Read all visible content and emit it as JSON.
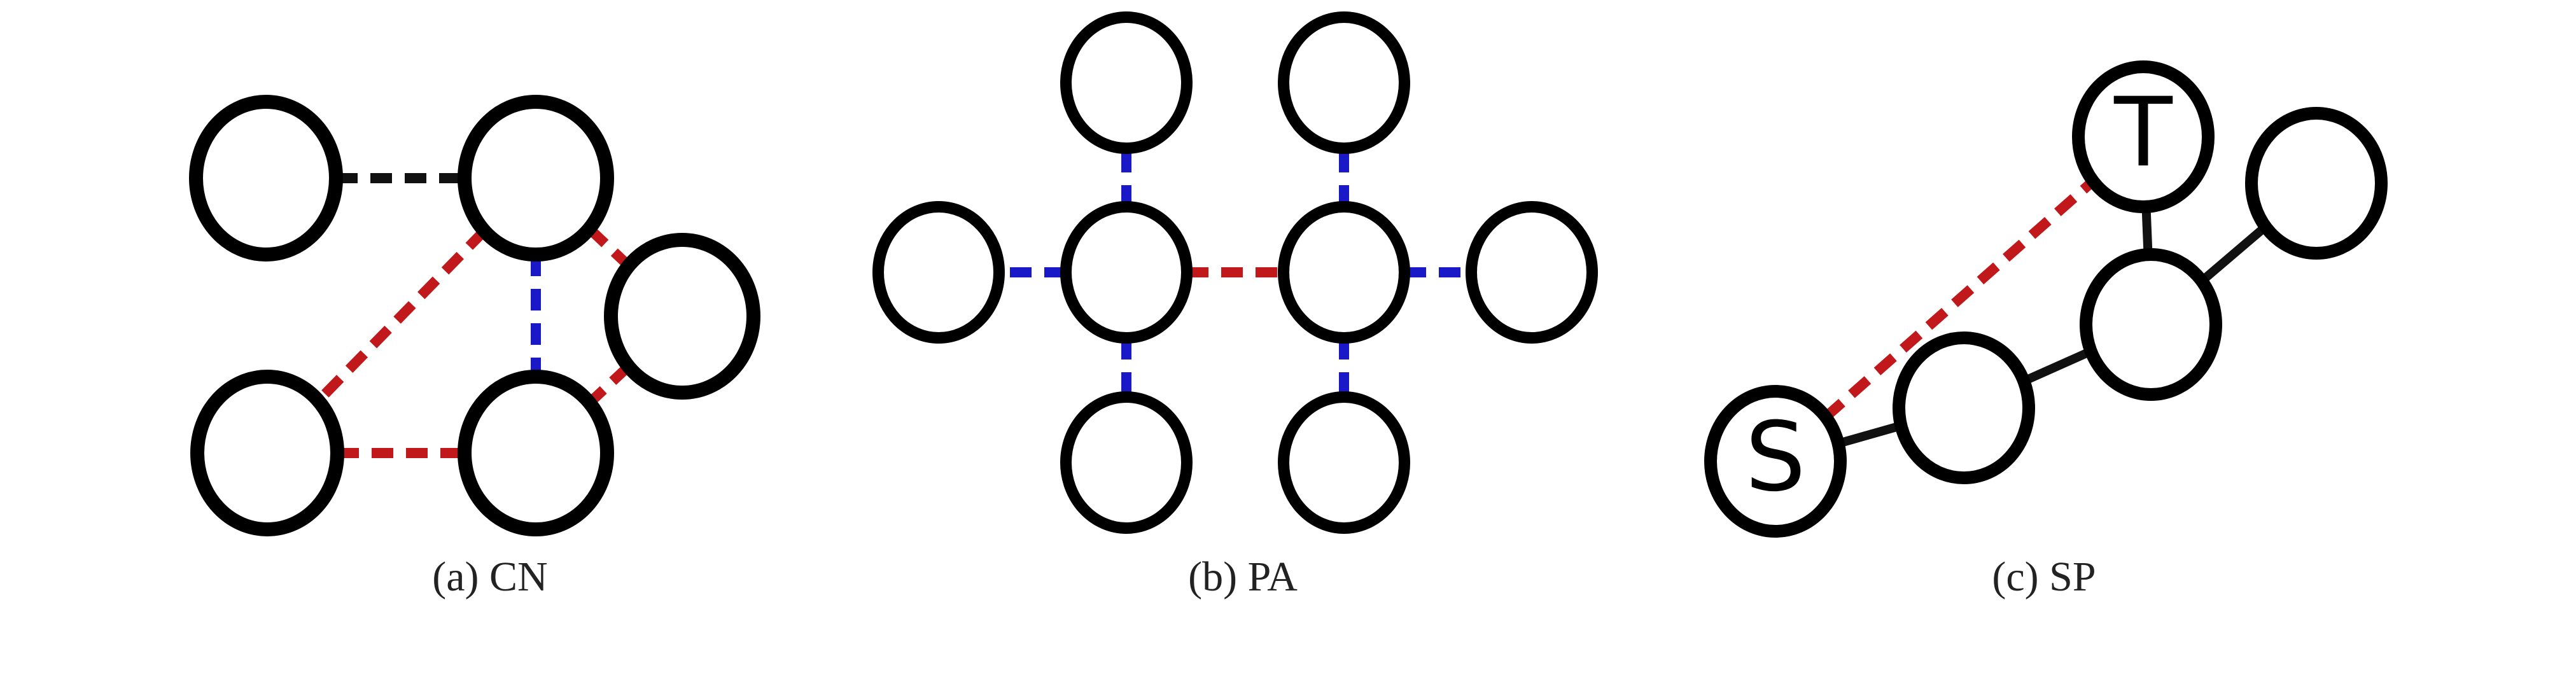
{
  "colors": {
    "black_edge": "#111111",
    "red_edge": "#c0181b",
    "blue_edge": "#1a19c8",
    "node_stroke": "#000000",
    "node_fill": "#ffffff"
  },
  "panels": [
    {
      "id": "cn",
      "caption": "(a) CN",
      "nodes": [
        {
          "id": "n1",
          "label": ""
        },
        {
          "id": "n2",
          "label": ""
        },
        {
          "id": "n3",
          "label": ""
        },
        {
          "id": "n4",
          "label": ""
        },
        {
          "id": "n5",
          "label": ""
        }
      ],
      "edges": [
        {
          "from": "n1",
          "to": "n2",
          "style": "dashed",
          "color": "black"
        },
        {
          "from": "n2",
          "to": "n3",
          "style": "dashed",
          "color": "red"
        },
        {
          "from": "n2",
          "to": "n5",
          "style": "dashed",
          "color": "red"
        },
        {
          "from": "n2",
          "to": "n4",
          "style": "dashed",
          "color": "blue"
        },
        {
          "from": "n3",
          "to": "n4",
          "style": "dashed",
          "color": "red"
        },
        {
          "from": "n5",
          "to": "n4",
          "style": "dashed",
          "color": "red"
        }
      ]
    },
    {
      "id": "pa",
      "caption": "(b) PA",
      "nodes": [
        {
          "id": "c1",
          "label": ""
        },
        {
          "id": "c2",
          "label": ""
        },
        {
          "id": "t1",
          "label": ""
        },
        {
          "id": "l1",
          "label": ""
        },
        {
          "id": "b1",
          "label": ""
        },
        {
          "id": "t2",
          "label": ""
        },
        {
          "id": "r2",
          "label": ""
        },
        {
          "id": "b2",
          "label": ""
        }
      ],
      "edges": [
        {
          "from": "c1",
          "to": "c2",
          "style": "dashed",
          "color": "red"
        },
        {
          "from": "c1",
          "to": "t1",
          "style": "dashed",
          "color": "blue"
        },
        {
          "from": "c1",
          "to": "l1",
          "style": "dashed",
          "color": "blue"
        },
        {
          "from": "c1",
          "to": "b1",
          "style": "dashed",
          "color": "blue"
        },
        {
          "from": "c2",
          "to": "t2",
          "style": "dashed",
          "color": "blue"
        },
        {
          "from": "c2",
          "to": "r2",
          "style": "dashed",
          "color": "blue"
        },
        {
          "from": "c2",
          "to": "b2",
          "style": "dashed",
          "color": "blue"
        }
      ]
    },
    {
      "id": "sp",
      "caption": "(c) SP",
      "nodes": [
        {
          "id": "s",
          "label": "S"
        },
        {
          "id": "a",
          "label": ""
        },
        {
          "id": "b",
          "label": ""
        },
        {
          "id": "t",
          "label": "T"
        },
        {
          "id": "c",
          "label": ""
        }
      ],
      "edges": [
        {
          "from": "s",
          "to": "a",
          "style": "solid",
          "color": "black"
        },
        {
          "from": "a",
          "to": "b",
          "style": "solid",
          "color": "black"
        },
        {
          "from": "b",
          "to": "t",
          "style": "solid",
          "color": "black"
        },
        {
          "from": "b",
          "to": "c",
          "style": "solid",
          "color": "black"
        },
        {
          "from": "s",
          "to": "t",
          "style": "dashed",
          "color": "red"
        }
      ]
    }
  ]
}
